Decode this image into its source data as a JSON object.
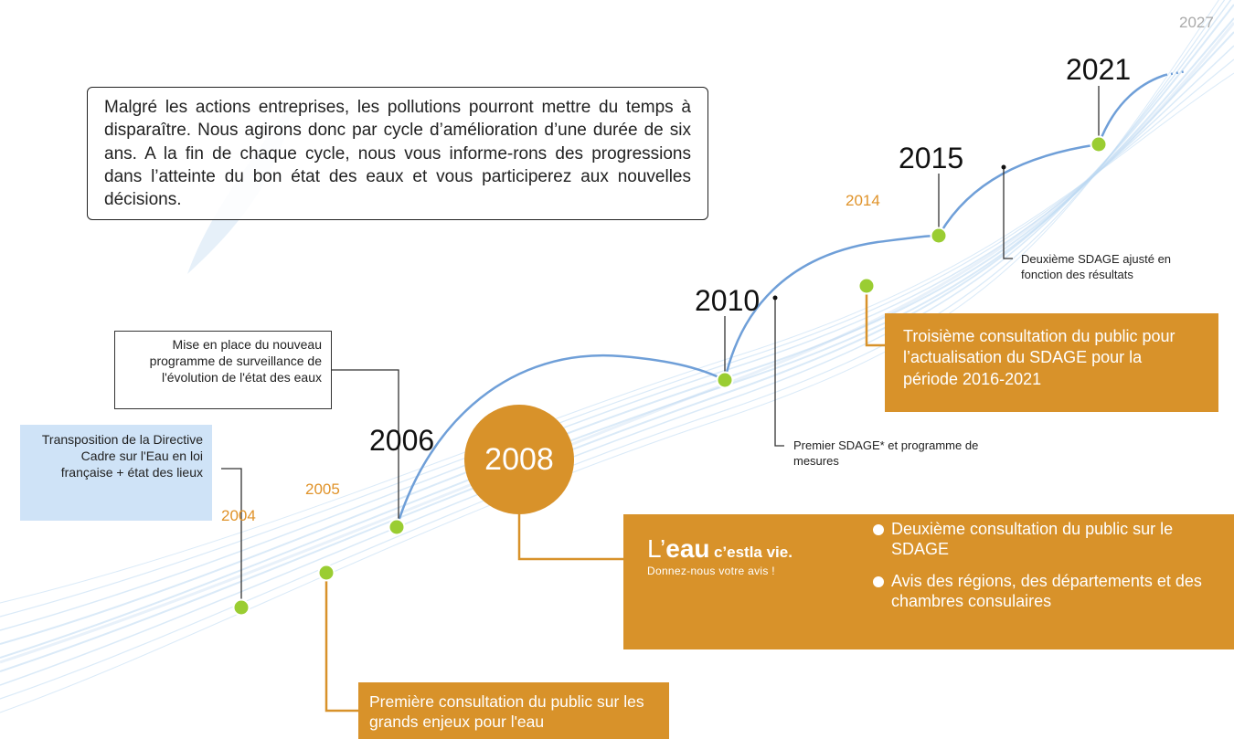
{
  "intro_text": "Malgré les actions entreprises, les pollutions pourront mettre du temps à disparaître. Nous agirons donc par cycle d’amélioration d’une durée de six ans. A la fin de chaque cycle, nous vous informe-rons des progressions dans l’atteinte du bon état des eaux et vous participerez aux nouvelles décisions.",
  "years": {
    "y2004": "2004",
    "y2005": "2005",
    "y2006": "2006",
    "y2008": "2008",
    "y2010": "2010",
    "y2014": "2014",
    "y2015": "2015",
    "y2021": "2021",
    "y2027": "2027"
  },
  "notes": {
    "transposition": "Transposition de la Directive Cadre sur l'Eau en loi française + état des lieux",
    "surveillance": "Mise en place du nouveau programme de surveillance de l'évolution de l'état des eaux",
    "premier_sdage": "Premier SDAGE* et programme de mesures",
    "deuxieme_sdage": "Deuxième SDAGE ajusté en fonction des résultats"
  },
  "consultations": {
    "premiere": "Première consultation du public sur les grands enjeux pour l'eau",
    "troisieme": "Troisième consultation du public pour l’actualisation du SDAGE pour la période 2016-2021",
    "bullets": [
      "Deuxième consultation du public sur le SDAGE",
      "Avis des régions, des départements et des chambres consulaires"
    ]
  },
  "campaign": {
    "l": "L’",
    "eau": "eau",
    "cest": "c’est",
    "la_vie": "la vie.",
    "tagline": "Donnez-nous votre avis !"
  },
  "colors": {
    "orange": "#d8922a",
    "orange_text": "#e0932a",
    "green_dot": "#9acd32",
    "curve_blue": "#6f9fd8",
    "ribbon_blue": "#bcd8f2",
    "box_blue": "#cfe3f7"
  }
}
